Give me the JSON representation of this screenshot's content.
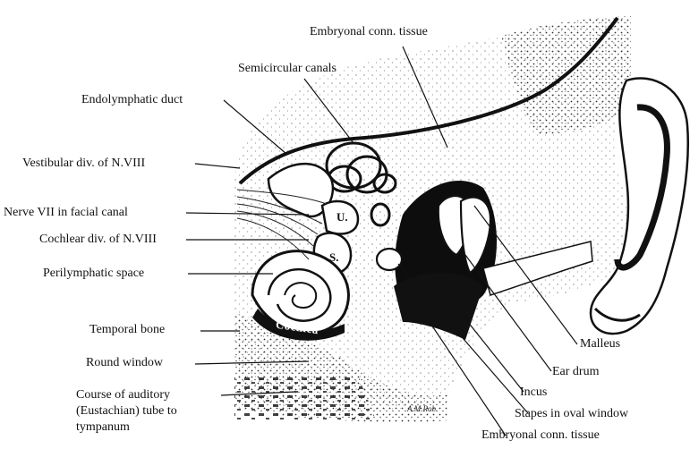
{
  "labels": {
    "embryonal_top": "Embryonal conn. tissue",
    "semicircular": "Semicircular canals",
    "endolymphatic": "Endolymphatic duct",
    "vestibular": "Vestibular div. of N.VIII",
    "nerve7": "Nerve VII in facial canal",
    "cochlear": "Cochlear div. of N.VIII",
    "perilymphatic": "Perilymphatic space",
    "temporal": "Temporal bone",
    "round_window": "Round window",
    "auditory_line1": "Course of auditory",
    "auditory_line2": "(Eustachian) tube to",
    "auditory_line3": "tympanum",
    "malleus": "Malleus",
    "ear_drum": "Ear drum",
    "incus": "Incus",
    "stapes": "Stapes in oval window",
    "embryonal_bottom": "Embryonal conn. tissue"
  },
  "inner_labels": {
    "utricle": "U.",
    "saccule": "S.",
    "cochlea": "Cochlea"
  },
  "artist_signature": "A.M.Rob.",
  "colors": {
    "ink": "#111111",
    "paper": "#ffffff",
    "stipple": "#2a2a2a"
  }
}
